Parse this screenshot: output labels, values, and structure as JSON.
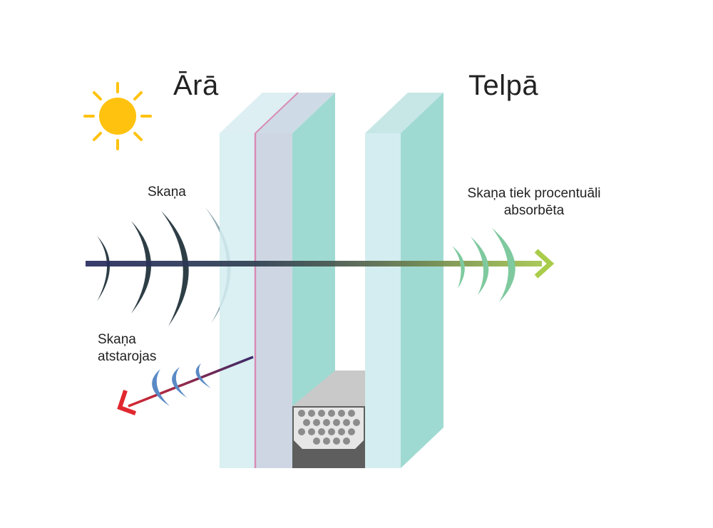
{
  "labels": {
    "outside": "Ārā",
    "inside": "Telpā",
    "sound": "Skaņa",
    "reflected_line1": "Skaņa",
    "reflected_line2": "atstarojas",
    "absorbed_line1": "Skaņa tiek procentuāli",
    "absorbed_line2": "absorbēta"
  },
  "icons": [
    "sun-icon",
    "arrow-icon"
  ],
  "colors": {
    "sun": "#FFC20E",
    "glass_face": "#D4EDF0",
    "glass_side": "#9FDAD2",
    "laminate": "#C9D2E0",
    "interlayer": "#D98BB5",
    "spacer": "#5E5E5E",
    "wave_dark": "#2E3E46",
    "wave_in": "#7FC99F",
    "wave_reflected": "#5A8AC6",
    "arrow_reflected": "#E0282E",
    "arrow_out": "#A9CC4A"
  }
}
